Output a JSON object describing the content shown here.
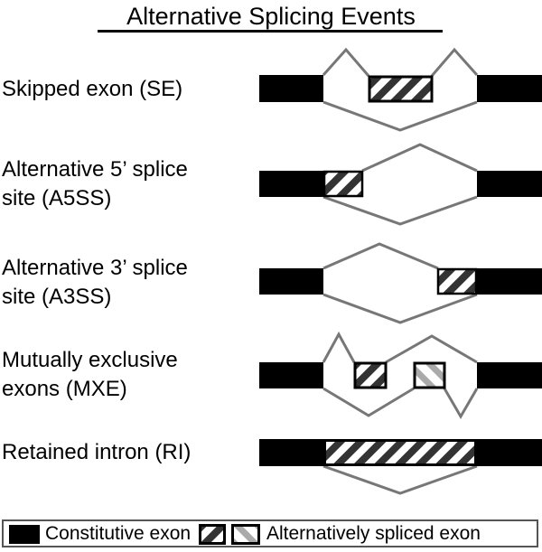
{
  "title": "Alternative Splicing Events",
  "events": [
    {
      "id": "SE",
      "label_lines": [
        "Skipped exon (SE)"
      ]
    },
    {
      "id": "A5SS",
      "label_lines": [
        "Alternative 5’ splice",
        "site (A5SS)"
      ]
    },
    {
      "id": "A3SS",
      "label_lines": [
        "Alternative 3’ splice",
        "site (A3SS)"
      ]
    },
    {
      "id": "MXE",
      "label_lines": [
        "Mutually exclusive",
        "exons (MXE)"
      ]
    },
    {
      "id": "RI",
      "label_lines": [
        "Retained intron (RI)"
      ]
    }
  ],
  "legend": {
    "constitutive_label": "Constitutive exon",
    "alternative_label": "Alternatively spliced exon"
  },
  "colors": {
    "constitutive_exon": "#000000",
    "alt_exon_hatch_dark": "#333333",
    "alt_exon_hatch_light": "#aaaaaa",
    "splice_line": "#777777"
  }
}
